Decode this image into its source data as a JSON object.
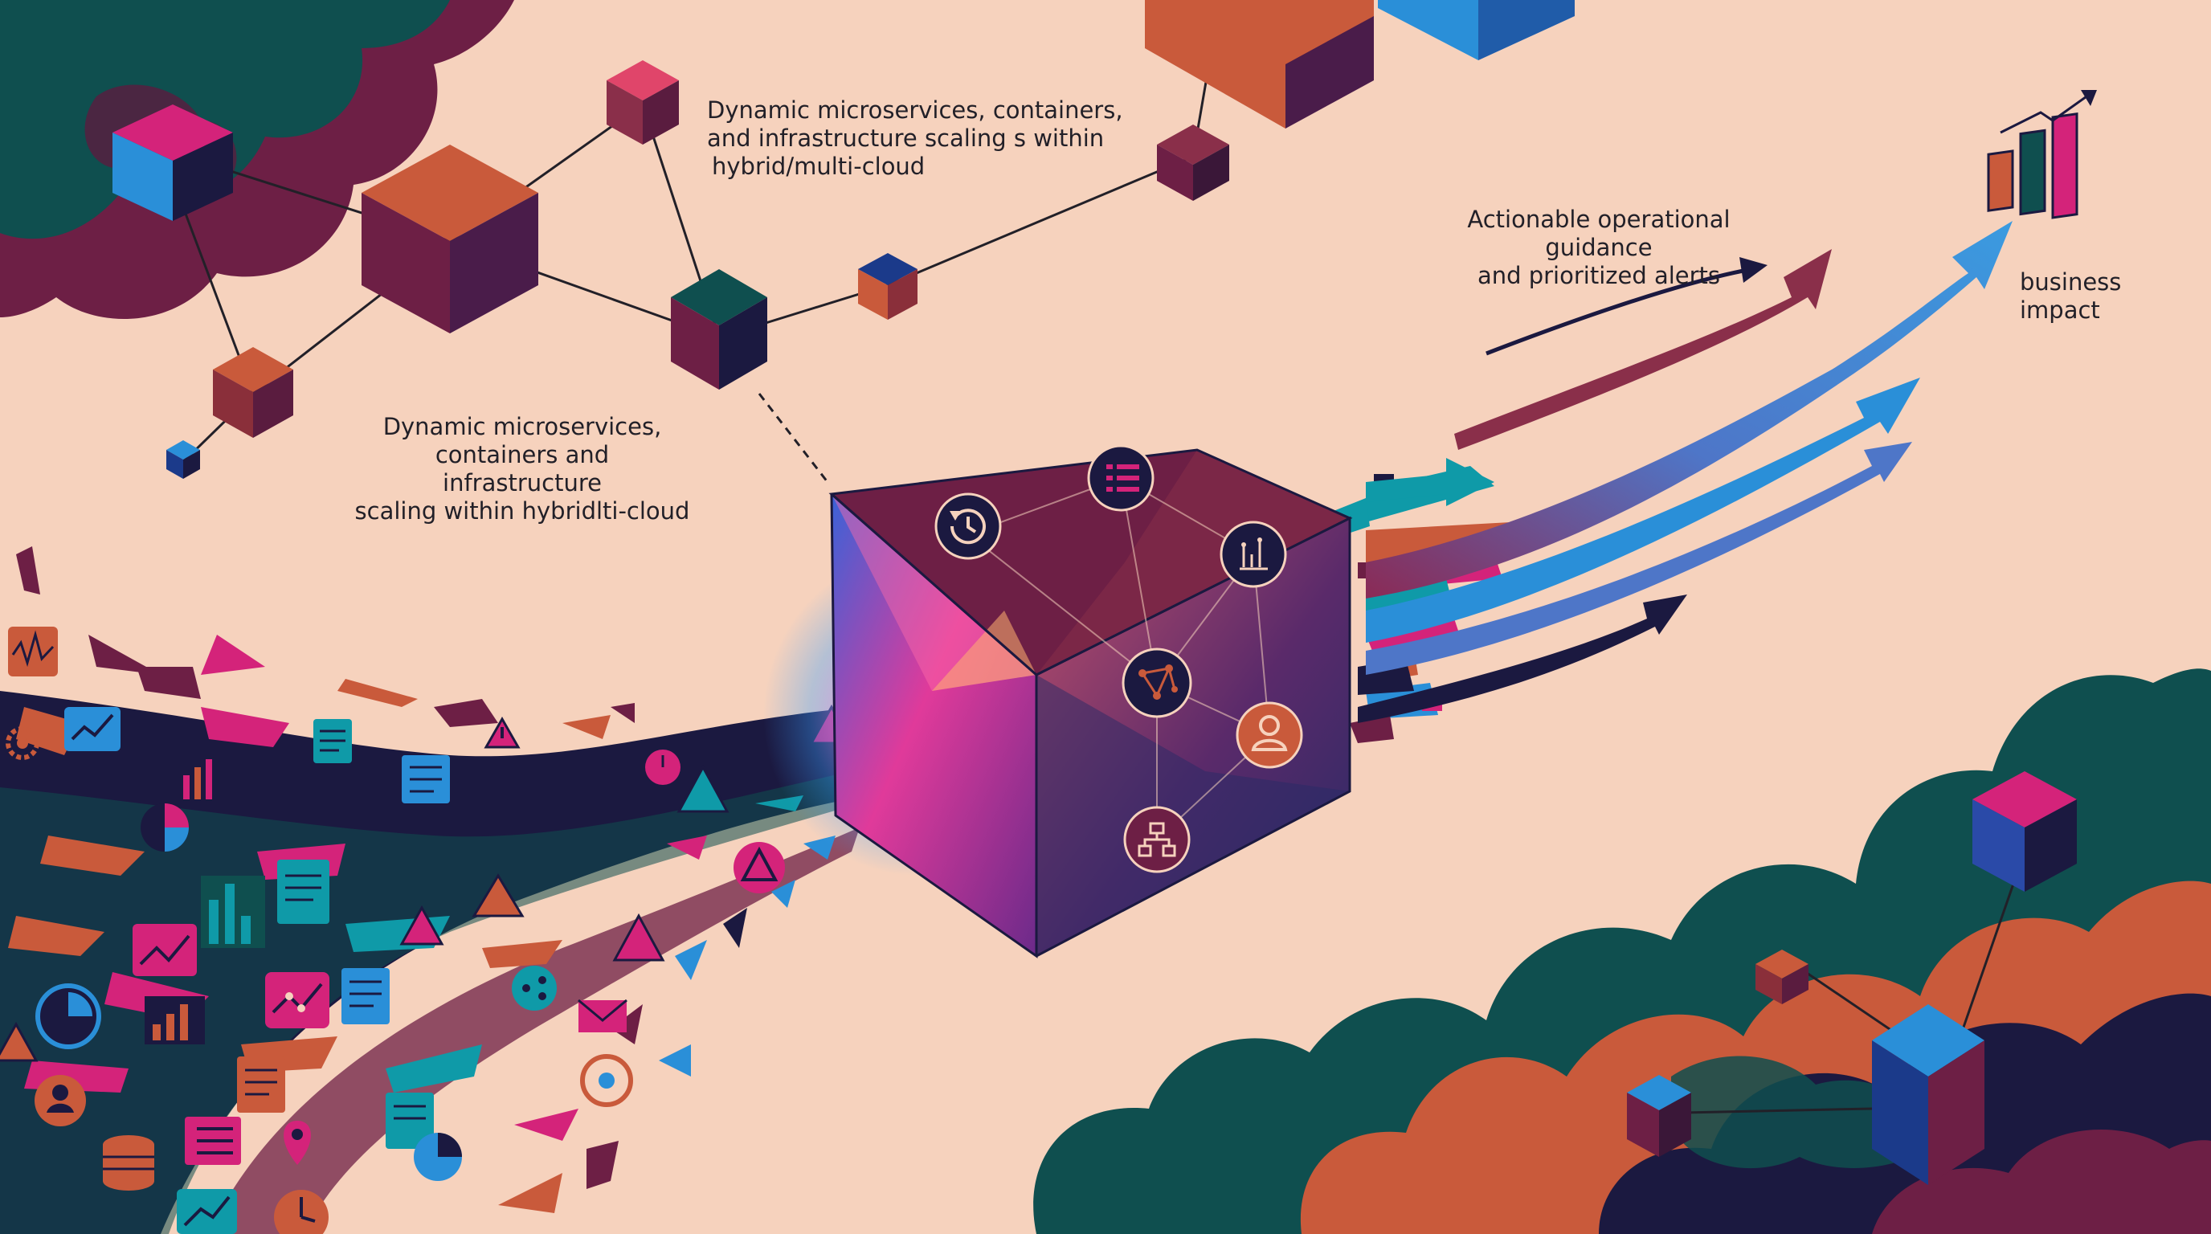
{
  "labels": {
    "top": [
      "Dynamic microservices, containers,",
      "and infrastructure scaling s within",
      "hybrid/multi-cloud"
    ],
    "middle": [
      "Dynamic microservices,",
      "containers and infrastructure",
      "scaling within hybridlti-cloud"
    ],
    "guidance": [
      "Actionable operational guidance",
      "and prioritized alerts"
    ],
    "impact": [
      "business",
      "impact"
    ]
  },
  "icons": {
    "hub": [
      "history-icon",
      "list-icon",
      "analytics-icon",
      "network-icon",
      "user-icon",
      "hierarchy-icon"
    ],
    "debris": [
      "line-chart-icon",
      "bar-chart-icon",
      "pie-chart-icon",
      "document-icon",
      "warning-icon",
      "mail-icon",
      "clock-icon",
      "settings-icon",
      "location-pin-icon",
      "database-icon",
      "user-icon",
      "share-icon"
    ]
  },
  "colors": {
    "background": "#f6d2bd",
    "navy": "#1b1940",
    "plum": "#6d1f45",
    "teal": "#0f4f4f",
    "magenta": "#d4237a",
    "orange": "#c95a3b",
    "blue": "#2a8fd8",
    "text": "#222028"
  }
}
